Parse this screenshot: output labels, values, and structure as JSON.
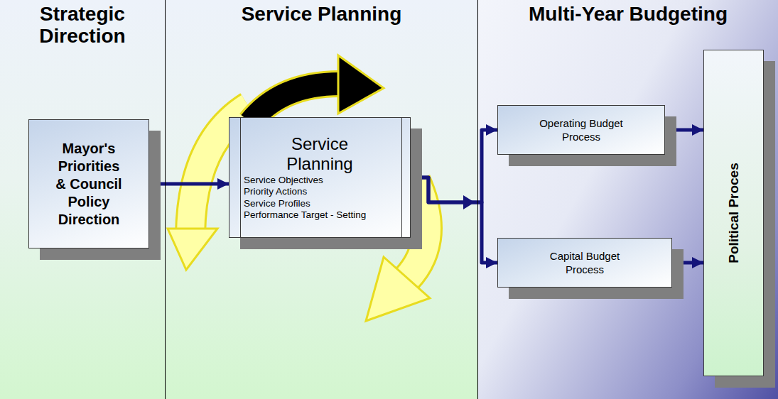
{
  "diagram": {
    "nodes": [
      {
        "text": [
          "Strategic Direction"
        ]
      },
      {
        "text": [
          "Mayor's Priorities & Council Policy Direction"
        ],
        "in": 0
      },
      {
        "text": [
          "Service Planning"
        ]
      },
      {
        "text": [
          "Service Planning",
          "Service Objectives",
          "Priority Actions",
          "Service Profiles",
          "Performance Target - Setting"
        ],
        "in": 2
      },
      {
        "text": [
          "Multi-Year Budgeting"
        ]
      },
      {
        "text": [
          "Operating Budget Process"
        ],
        "in": 4
      },
      {
        "text": [
          "Capital Budget Process"
        ],
        "in": 4
      },
      {
        "text": [
          "Political Proces"
        ],
        "in": 4
      }
    ],
    "edges": [
      {
        "from": 1,
        "to": 3,
        "arrow": "to"
      },
      {
        "from": 3,
        "to": 5,
        "arrow": "to"
      },
      {
        "from": 3,
        "to": 6,
        "arrow": "to"
      },
      {
        "from": 5,
        "to": 7,
        "arrow": "to"
      },
      {
        "from": 6,
        "to": 7,
        "arrow": "to"
      }
    ]
  }
}
